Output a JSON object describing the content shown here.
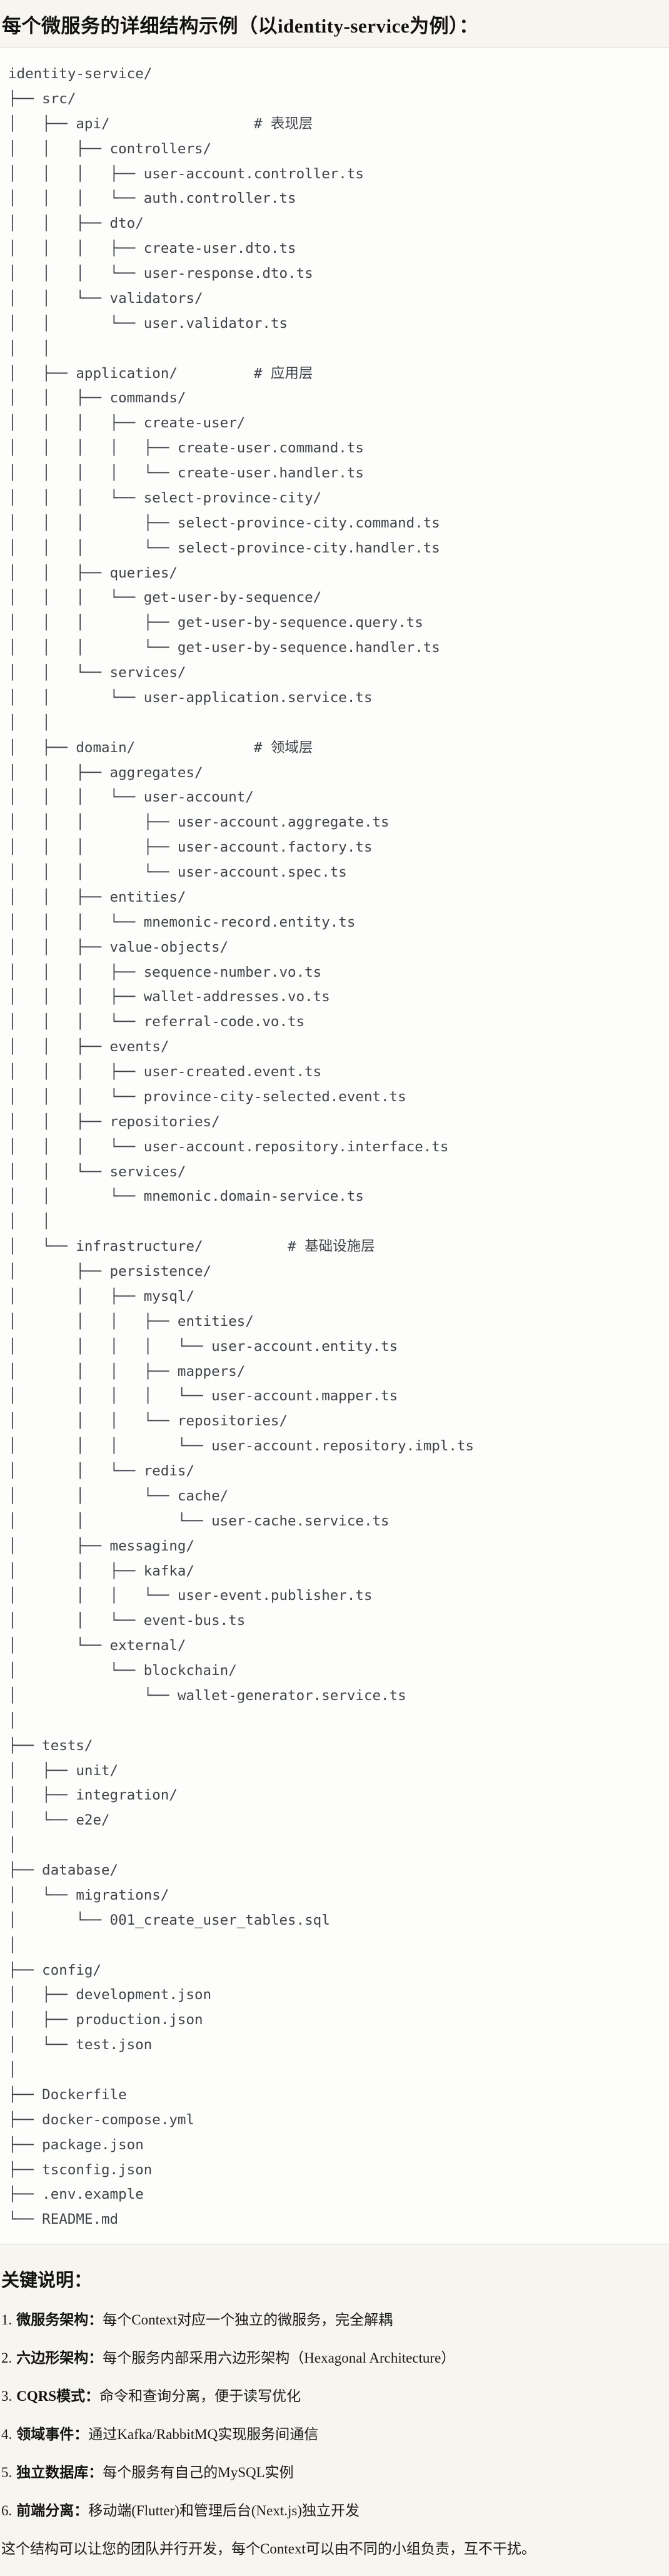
{
  "page": {
    "title": "每个微服务的详细结构示例（以identity-service为例）："
  },
  "colors": {
    "page_bg": "#f7f5ef",
    "code_bg": "#fdfdfb",
    "code_border": "#d8d7d1",
    "tree_text": "#3f444a",
    "body_text": "#1a1a1a"
  },
  "tree": {
    "lines": [
      "identity-service/",
      "├── src/",
      "│   ├── api/                 # 表现层",
      "│   │   ├── controllers/",
      "│   │   │   ├── user-account.controller.ts",
      "│   │   │   └── auth.controller.ts",
      "│   │   ├── dto/",
      "│   │   │   ├── create-user.dto.ts",
      "│   │   │   └── user-response.dto.ts",
      "│   │   └── validators/",
      "│   │       └── user.validator.ts",
      "│   │",
      "│   ├── application/         # 应用层",
      "│   │   ├── commands/",
      "│   │   │   ├── create-user/",
      "│   │   │   │   ├── create-user.command.ts",
      "│   │   │   │   └── create-user.handler.ts",
      "│   │   │   └── select-province-city/",
      "│   │   │       ├── select-province-city.command.ts",
      "│   │   │       └── select-province-city.handler.ts",
      "│   │   ├── queries/",
      "│   │   │   └── get-user-by-sequence/",
      "│   │   │       ├── get-user-by-sequence.query.ts",
      "│   │   │       └── get-user-by-sequence.handler.ts",
      "│   │   └── services/",
      "│   │       └── user-application.service.ts",
      "│   │",
      "│   ├── domain/              # 领域层",
      "│   │   ├── aggregates/",
      "│   │   │   └── user-account/",
      "│   │   │       ├── user-account.aggregate.ts",
      "│   │   │       ├── user-account.factory.ts",
      "│   │   │       └── user-account.spec.ts",
      "│   │   ├── entities/",
      "│   │   │   └── mnemonic-record.entity.ts",
      "│   │   ├── value-objects/",
      "│   │   │   ├── sequence-number.vo.ts",
      "│   │   │   ├── wallet-addresses.vo.ts",
      "│   │   │   └── referral-code.vo.ts",
      "│   │   ├── events/",
      "│   │   │   ├── user-created.event.ts",
      "│   │   │   └── province-city-selected.event.ts",
      "│   │   ├── repositories/",
      "│   │   │   └── user-account.repository.interface.ts",
      "│   │   └── services/",
      "│   │       └── mnemonic.domain-service.ts",
      "│   │",
      "│   └── infrastructure/          # 基础设施层",
      "│       ├── persistence/",
      "│       │   ├── mysql/",
      "│       │   │   ├── entities/",
      "│       │   │   │   └── user-account.entity.ts",
      "│       │   │   ├── mappers/",
      "│       │   │   │   └── user-account.mapper.ts",
      "│       │   │   └── repositories/",
      "│       │   │       └── user-account.repository.impl.ts",
      "│       │   └── redis/",
      "│       │       └── cache/",
      "│       │           └── user-cache.service.ts",
      "│       ├── messaging/",
      "│       │   ├── kafka/",
      "│       │   │   └── user-event.publisher.ts",
      "│       │   └── event-bus.ts",
      "│       └── external/",
      "│           └── blockchain/",
      "│               └── wallet-generator.service.ts",
      "│",
      "├── tests/",
      "│   ├── unit/",
      "│   ├── integration/",
      "│   └── e2e/",
      "│",
      "├── database/",
      "│   └── migrations/",
      "│       └── 001_create_user_tables.sql",
      "│",
      "├── config/",
      "│   ├── development.json",
      "│   ├── production.json",
      "│   └── test.json",
      "│",
      "├── Dockerfile",
      "├── docker-compose.yml",
      "├── package.json",
      "├── tsconfig.json",
      "├── .env.example",
      "└── README.md"
    ]
  },
  "notes": {
    "heading": "关键说明：",
    "items": [
      {
        "num": "1.",
        "label": "微服务架构：",
        "text": "每个Context对应一个独立的微服务，完全解耦"
      },
      {
        "num": "2.",
        "label": "六边形架构：",
        "text": "每个服务内部采用六边形架构（Hexagonal Architecture）"
      },
      {
        "num": "3.",
        "label": "CQRS模式：",
        "text": "命令和查询分离，便于读写优化"
      },
      {
        "num": "4.",
        "label": "领域事件：",
        "text": "通过Kafka/RabbitMQ实现服务间通信"
      },
      {
        "num": "5.",
        "label": "独立数据库：",
        "text": "每个服务有自己的MySQL实例"
      },
      {
        "num": "6.",
        "label": "前端分离：",
        "text": "移动端(Flutter)和管理后台(Next.js)独立开发"
      }
    ],
    "footer": "这个结构可以让您的团队并行开发，每个Context可以由不同的小组负责，互不干扰。"
  }
}
